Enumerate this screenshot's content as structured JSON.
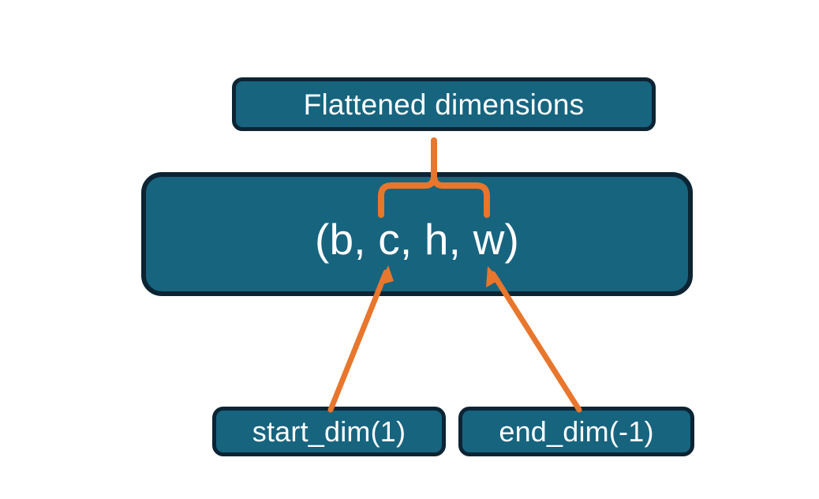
{
  "diagram": {
    "title_node": {
      "label": "Flattened dimensions",
      "name": "flattened-dimensions-node"
    },
    "shape_node": {
      "label": "(b, c, h, w)",
      "name": "tensor-shape-node"
    },
    "start_dim_node": {
      "label": "start_dim(1)",
      "name": "start-dim-node"
    },
    "end_dim_node": {
      "label": "end_dim(-1)",
      "name": "end-dim-node"
    },
    "connectors": {
      "brace": {
        "name": "flattened-range-brace",
        "description": "curly brace spanning c through w pointing up to Flattened dimensions"
      },
      "start_arrow": {
        "name": "start-dim-arrow",
        "description": "arrow from start_dim(1) to c"
      },
      "end_arrow": {
        "name": "end-dim-arrow",
        "description": "arrow from end_dim(-1) to w"
      }
    },
    "colors": {
      "box_fill": "#17647F",
      "box_border": "#0C2433",
      "box_text": "#FFFFFF",
      "accent": "#E8762C",
      "background": "#FFFFFF"
    }
  }
}
